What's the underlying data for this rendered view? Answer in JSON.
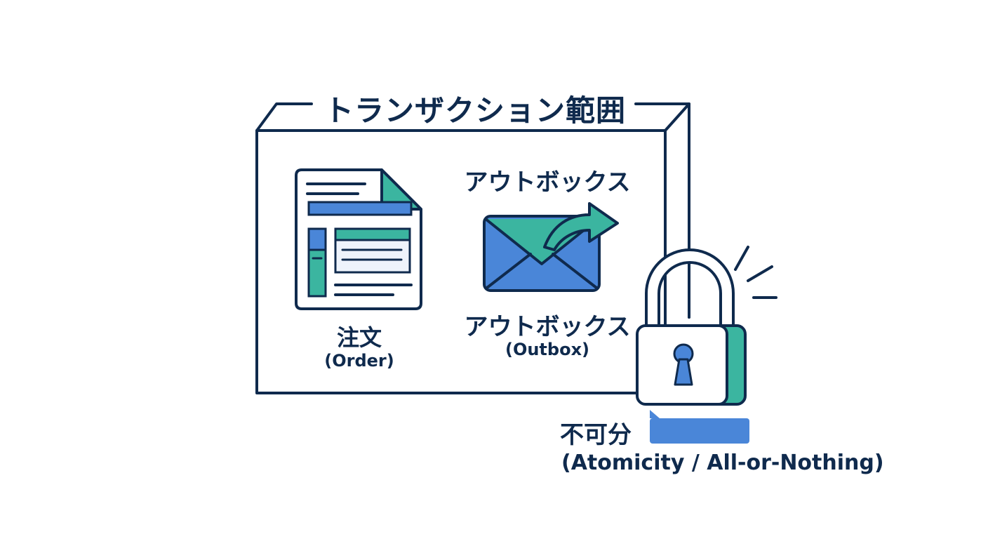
{
  "transaction_scope": {
    "title": "トランザクション範囲"
  },
  "order": {
    "label": "注文",
    "sublabel": "(Order)",
    "icon": "document-icon"
  },
  "outbox": {
    "heading": "アウトボックス",
    "label": "アウトボックス",
    "sublabel": "(Outbox)",
    "icon": "envelope-send-icon"
  },
  "atomicity": {
    "label": "不可分",
    "sublabel": "(Atomicity / All-or-Nothing)",
    "icon": "padlock-icon"
  },
  "colors": {
    "outline": "#0f2a4d",
    "blue": "#4a86d8",
    "teal": "#3bb5a0",
    "background": "#ffffff"
  }
}
